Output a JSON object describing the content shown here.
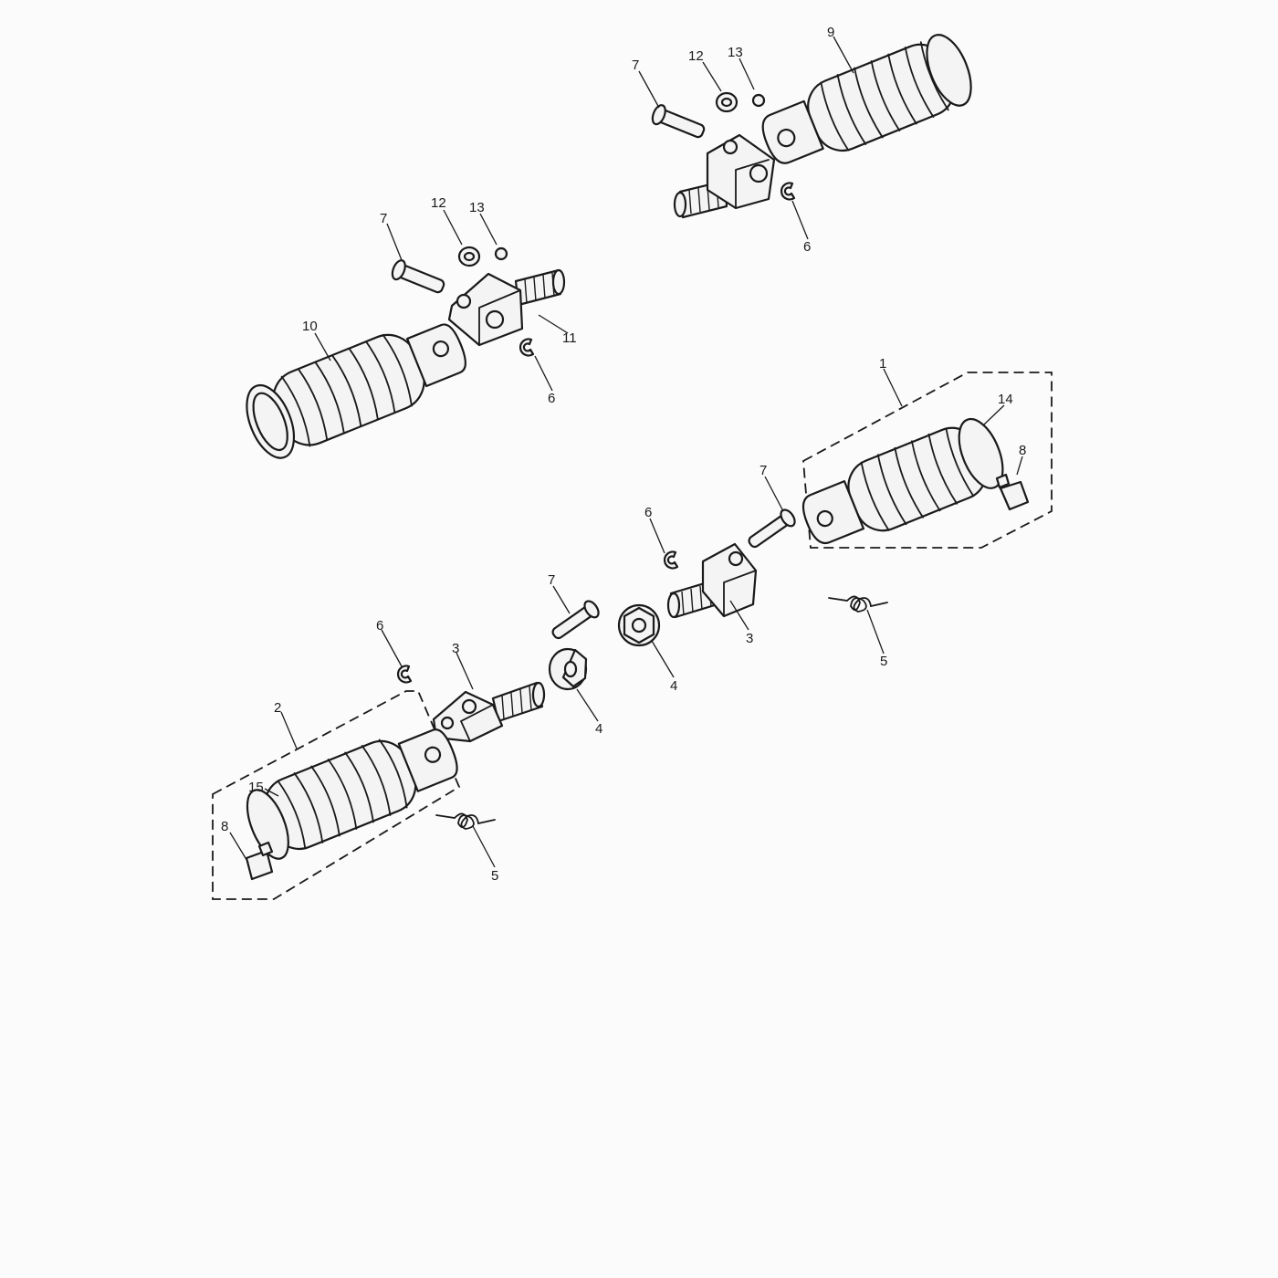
{
  "diagram": {
    "callouts": [
      {
        "id": "c-9-top",
        "text": "9"
      },
      {
        "id": "c-7-top",
        "text": "7"
      },
      {
        "id": "c-12-top",
        "text": "12"
      },
      {
        "id": "c-13-top",
        "text": "13"
      },
      {
        "id": "c-6-top",
        "text": "6"
      },
      {
        "id": "c-7-left",
        "text": "7"
      },
      {
        "id": "c-12-left",
        "text": "12"
      },
      {
        "id": "c-13-left",
        "text": "13"
      },
      {
        "id": "c-10",
        "text": "10"
      },
      {
        "id": "c-11",
        "text": "11"
      },
      {
        "id": "c-6-left",
        "text": "6"
      },
      {
        "id": "c-1",
        "text": "1"
      },
      {
        "id": "c-14",
        "text": "14"
      },
      {
        "id": "c-8-right",
        "text": "8"
      },
      {
        "id": "c-7-right",
        "text": "7"
      },
      {
        "id": "c-6-mid",
        "text": "6"
      },
      {
        "id": "c-3-right",
        "text": "3"
      },
      {
        "id": "c-5-right",
        "text": "5"
      },
      {
        "id": "c-4-right",
        "text": "4"
      },
      {
        "id": "c-7-mid",
        "text": "7"
      },
      {
        "id": "c-6-low",
        "text": "6"
      },
      {
        "id": "c-3-left",
        "text": "3"
      },
      {
        "id": "c-4-left",
        "text": "4"
      },
      {
        "id": "c-2",
        "text": "2"
      },
      {
        "id": "c-15",
        "text": "15"
      },
      {
        "id": "c-8-left",
        "text": "8"
      },
      {
        "id": "c-5-left",
        "text": "5"
      }
    ]
  }
}
